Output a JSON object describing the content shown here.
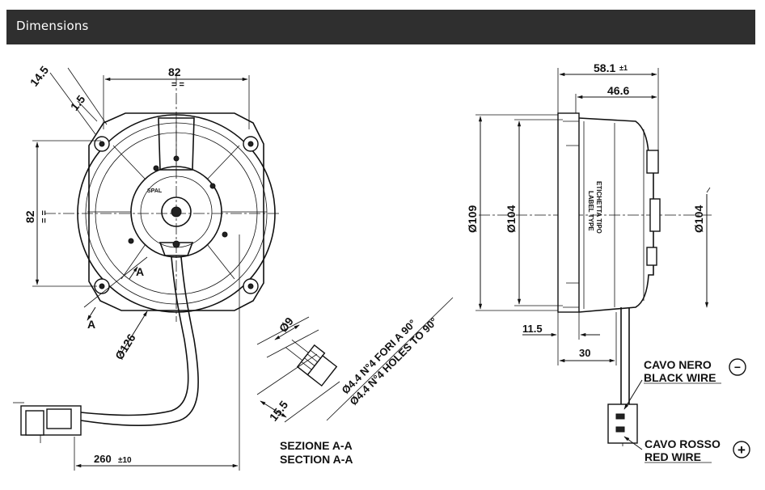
{
  "header": {
    "title": "Dimensions"
  },
  "front_view": {
    "dim_width": "82",
    "dim_width_eq": "= =",
    "dim_height": "82",
    "dim_height_eq": "= =",
    "dim_14_5": "14.5",
    "dim_1_5": "1.5",
    "dim_diameter_126": "Ø126",
    "section_marker_a": "A",
    "dim_cable_length": "260",
    "dim_cable_tolerance": "±10"
  },
  "section_view": {
    "dim_diameter_9": "Ø9",
    "dim_15_5": "15.5",
    "holes_it": "Ø4.4 N°4 FORI A 90°",
    "holes_en": "Ø4.4 N°4 HOLES TO 90°",
    "title_it": "SEZIONE A-A",
    "title_en": "SECTION A-A"
  },
  "side_view": {
    "dim_depth": "58.1",
    "dim_depth_tolerance": "±1",
    "dim_46_6": "46.6",
    "dim_diameter_109": "Ø109",
    "dim_diameter_104_left": "Ø104",
    "dim_diameter_104_right": "Ø104",
    "dim_11_5": "11.5",
    "dim_30": "30",
    "label_it": "ETICHETTA TIPO",
    "label_en": "LABEL TYPE",
    "black_wire_it": "CAVO NERO",
    "black_wire_en": "BLACK WIRE",
    "black_symbol": "−",
    "red_wire_it": "CAVO ROSSO",
    "red_wire_en": "RED WIRE",
    "red_symbol": "+"
  },
  "fan_logo": "SPAL"
}
